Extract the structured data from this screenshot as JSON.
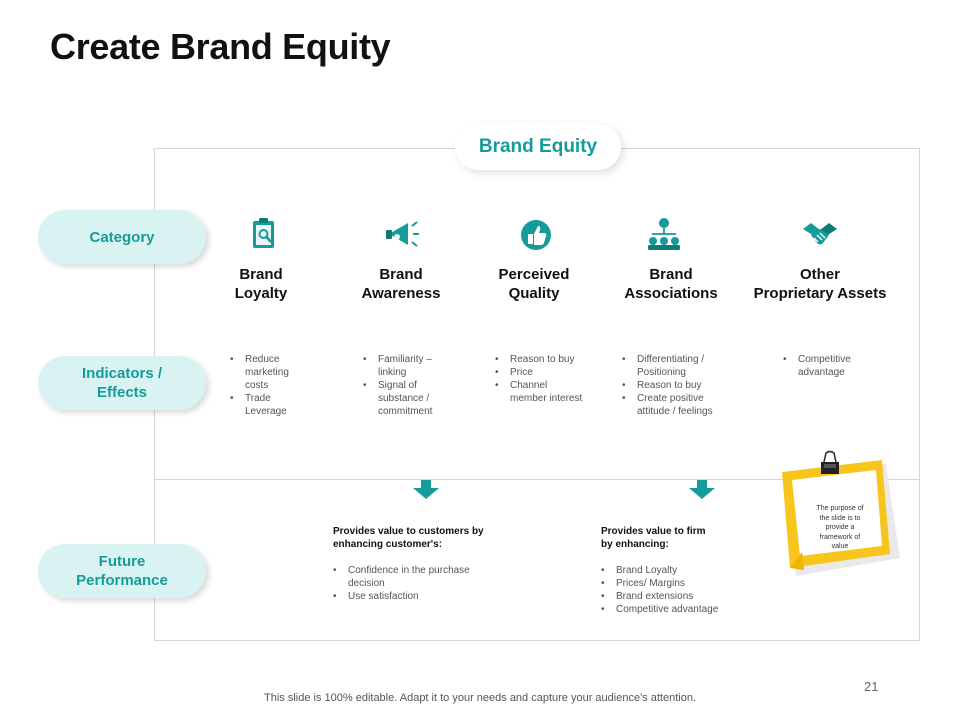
{
  "title": "Create Brand Equity",
  "center_label": "Brand Equity",
  "rows": {
    "category": "Category",
    "indicators": "Indicators /\nEffects",
    "future": "Future\nPerformance"
  },
  "columns": [
    {
      "title": "Brand\nLoyalty",
      "icon": "loyalty-clipboard-icon",
      "bullets": [
        "Reduce\nmarketing\ncosts",
        "Trade\nLeverage"
      ]
    },
    {
      "title": "Brand\nAwareness",
      "icon": "megaphone-icon",
      "bullets": [
        "Familiarity –\nlinking",
        "Signal of\nsubstance /\ncommitment"
      ]
    },
    {
      "title": "Perceived\nQuality",
      "icon": "thumbs-up-icon",
      "bullets": [
        "Reason to buy",
        "Price",
        "Channel\nmember interest"
      ]
    },
    {
      "title": "Brand\nAssociations",
      "icon": "network-people-icon",
      "bullets": [
        "Differentiating /\nPositioning",
        "Reason to buy",
        "Create positive\nattitude / feelings"
      ]
    },
    {
      "title": "Other\nProprietary Assets",
      "icon": "handshake-icon",
      "bullets": [
        "Competitive\nadvantage"
      ]
    }
  ],
  "future": [
    {
      "heading": "Provides value to customers by\nenhancing customer's:",
      "bullets": [
        "Confidence in the purchase\ndecision",
        "Use satisfaction"
      ]
    },
    {
      "heading": "Provides value to firm\nby enhancing:",
      "bullets": [
        "Brand Loyalty",
        "Prices/ Margins",
        "Brand extensions",
        "Competitive  advantage"
      ]
    }
  ],
  "note": "The purpose of\nthe slide is to\nprovide a\nframework of\nvalue",
  "page_number": "21",
  "footer": "This slide is 100% editable. Adapt it to your needs and capture your audience's attention.",
  "colors": {
    "teal": "#159c9a",
    "pill_bg": "#d9f3f2",
    "note_yellow": "#f7c51e"
  }
}
